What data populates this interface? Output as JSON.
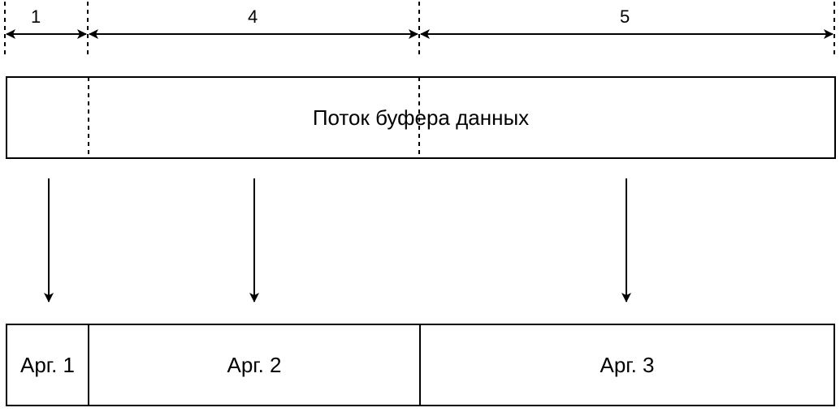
{
  "dimensions": [
    {
      "label": "1"
    },
    {
      "label": "4"
    },
    {
      "label": "5"
    }
  ],
  "buffer": {
    "label": "Поток буфера данных"
  },
  "arguments": [
    {
      "label": "Арг. 1"
    },
    {
      "label": "Арг. 2"
    },
    {
      "label": "Арг. 3"
    }
  ],
  "colors": {
    "stroke": "#000000",
    "background": "#ffffff"
  }
}
